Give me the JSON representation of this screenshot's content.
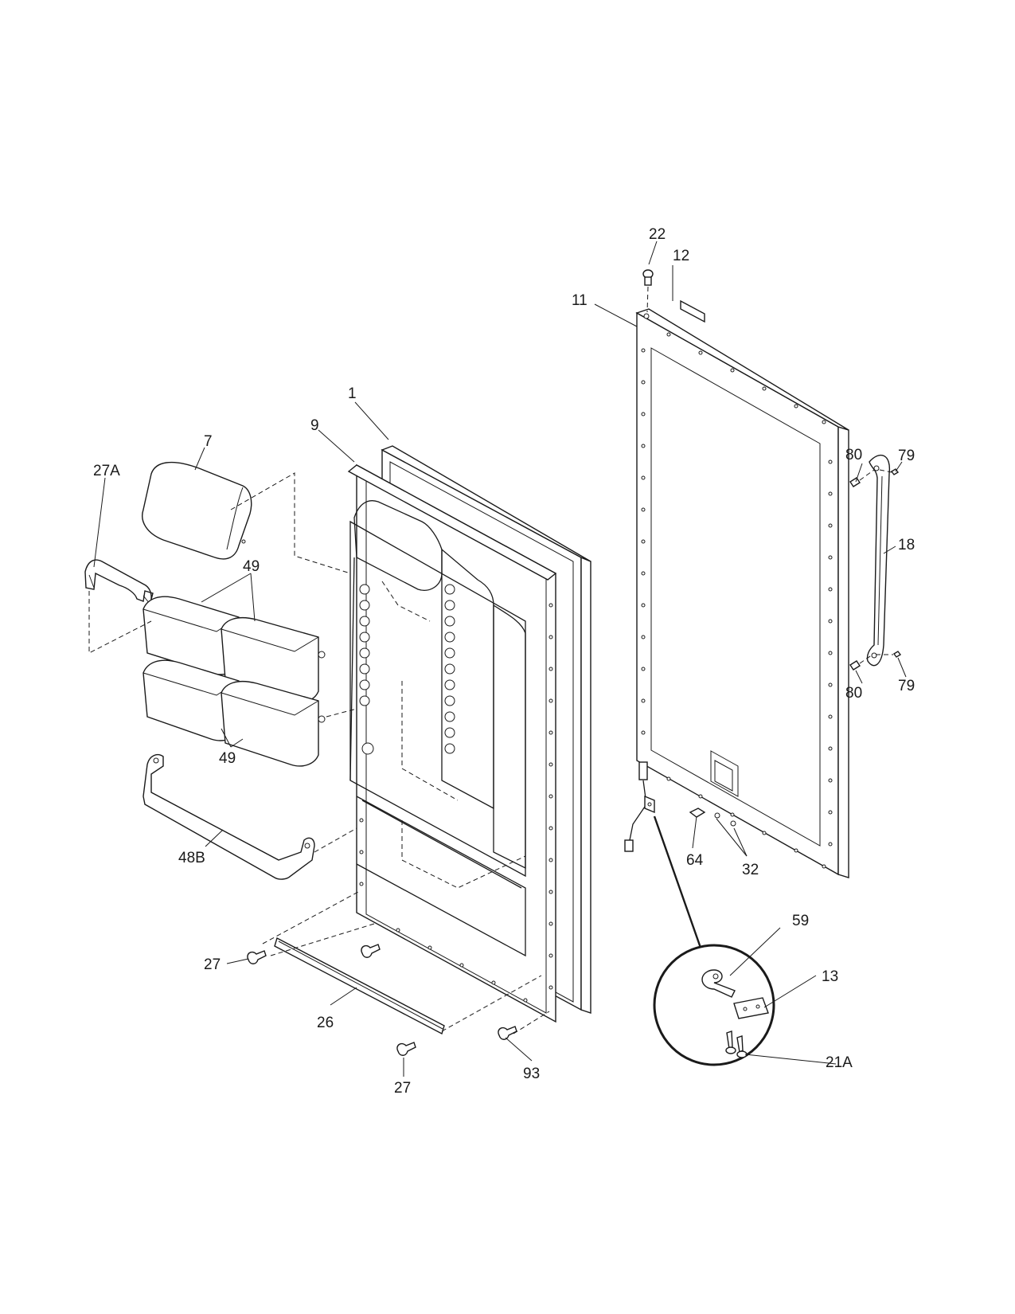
{
  "callouts": {
    "c1": "1",
    "c7": "7",
    "c9": "9",
    "c11": "11",
    "c12": "12",
    "c13": "13",
    "c18": "18",
    "c21a": "21A",
    "c22": "22",
    "c26": "26",
    "c27a": "27A",
    "c27_left": "27",
    "c27_bottom": "27",
    "c32": "32",
    "c48b": "48B",
    "c49_top": "49",
    "c49_bottom": "49",
    "c59": "59",
    "c64": "64",
    "c79_top": "79",
    "c79_bottom": "79",
    "c80_top": "80",
    "c80_bottom": "80",
    "c93": "93"
  }
}
